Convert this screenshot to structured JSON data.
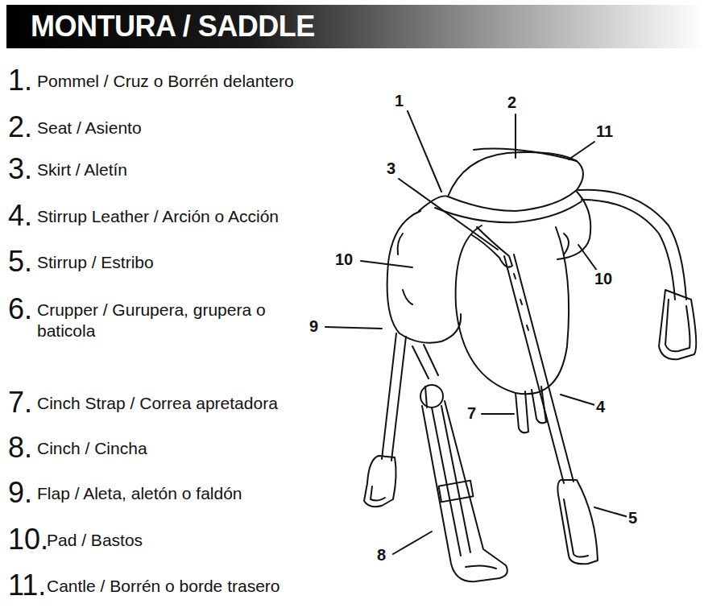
{
  "diagram": {
    "title": "MONTURA / SADDLE",
    "labels": [
      "1.",
      "Pommel / Cruz o Borrén delantero",
      "2.",
      "Seat / Asiento",
      "3.",
      "Skirt / Aletín",
      "4.",
      "Stirrup Leather / Arción o Acción",
      "5.",
      "Stirrup / Estribo",
      "6.",
      "Crupper / Gurupera, grupera o baticola",
      "7.",
      "Cinch Strap / Correa apretadora",
      "8.",
      "Cinch / Cincha",
      "9.",
      "Flap / Aleta, aletón o faldón",
      "10.",
      "Pad / Bastos",
      "11.",
      "Cantle / Borrén o borde trasero",
      "1",
      "2",
      "11",
      "3",
      "10",
      "10",
      "9",
      "7",
      "4",
      "5",
      "8"
    ]
  }
}
